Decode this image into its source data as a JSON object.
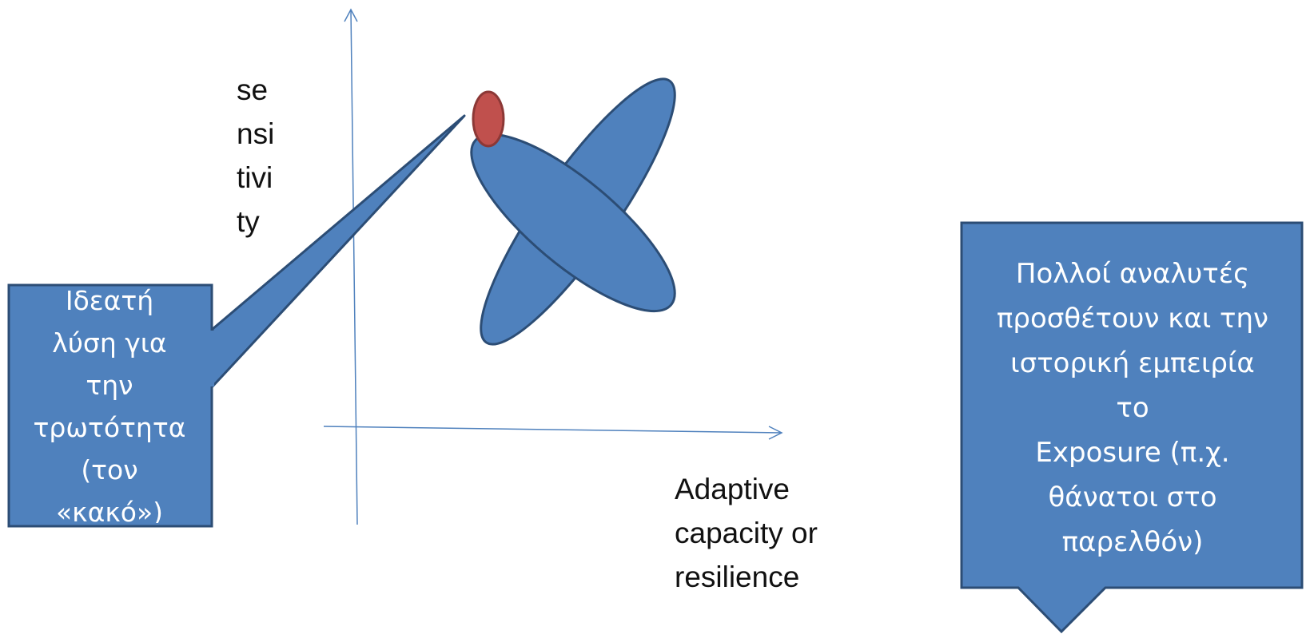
{
  "axes": {
    "y_label": "se\nnsi\ntivi\nty",
    "x_label": "Adaptive\ncapacity or\nresilience"
  },
  "callouts": {
    "left_text": "Ιδεατή\nλύση για\nτην\nτρωτότητα\n(τον\n«κακό»)",
    "right_text": "Πολλοί αναλυτές\nπροσθέτουν και την\nιστορική εμπειρία\nτο\nExposure (π.χ.\nθάνατοι στο\nπαρελθόν)"
  },
  "colors": {
    "shape_fill": "#4f81bd",
    "shape_stroke": "#2c4d75",
    "point_fill": "#c0504d",
    "point_stroke": "#8c3836",
    "axis": "#4f81bd"
  }
}
